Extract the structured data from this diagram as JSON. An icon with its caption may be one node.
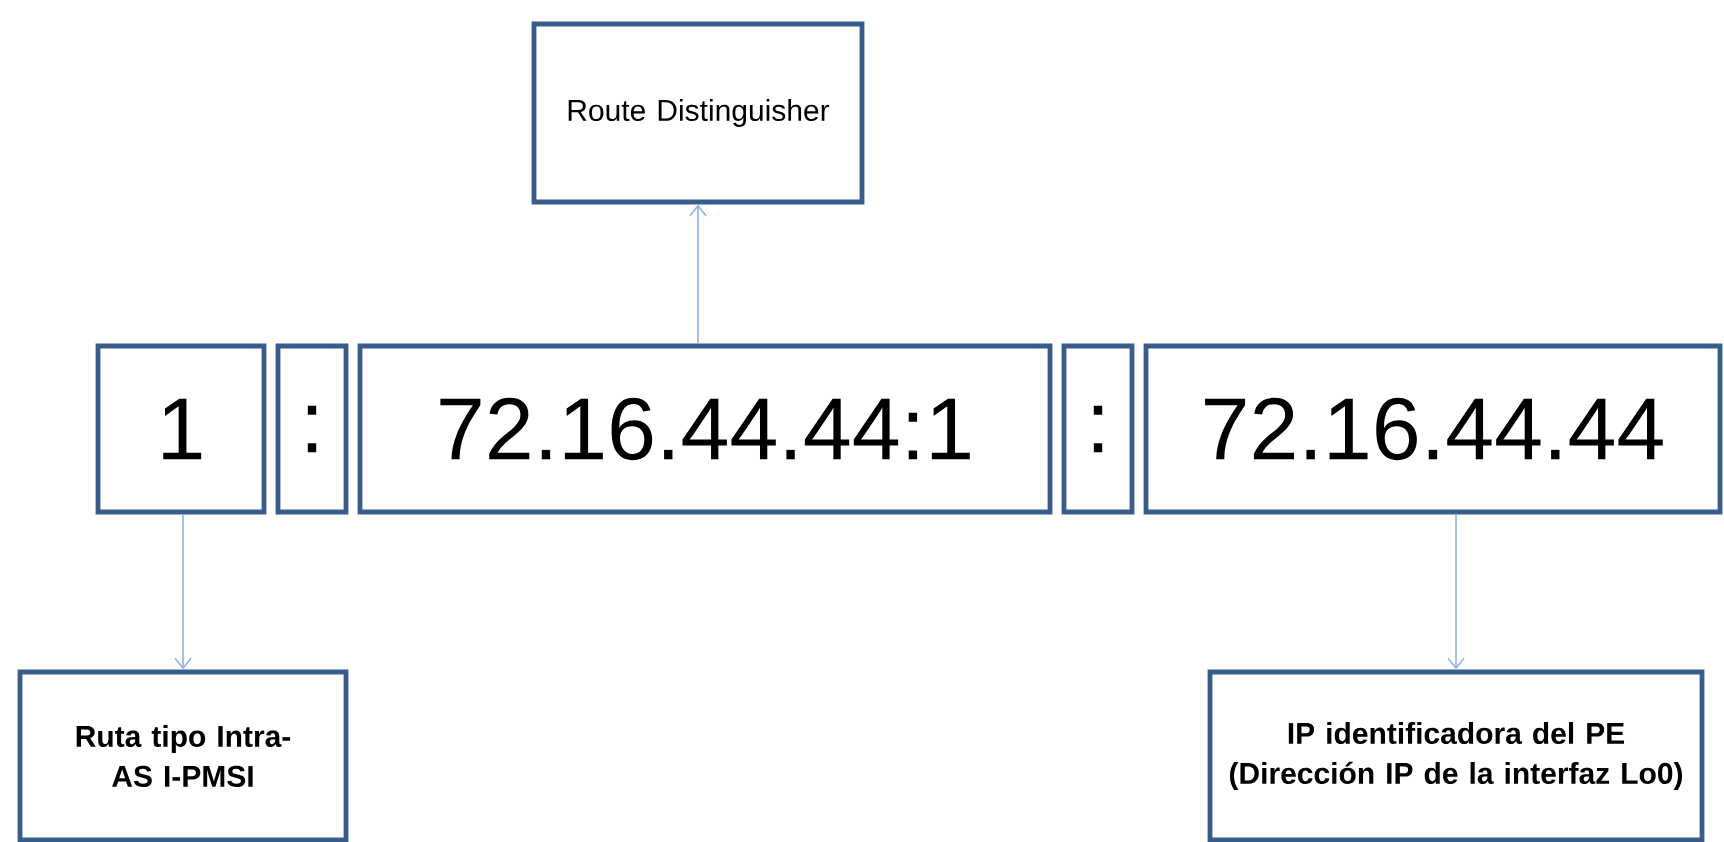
{
  "diagram": {
    "nodes": [
      {
        "text": [
          "Route Distinguisher"
        ]
      },
      {
        "text": [
          "1"
        ]
      },
      {
        "text": [
          ":"
        ]
      },
      {
        "text": [
          "72.16.44.44:1"
        ]
      },
      {
        "text": [
          ":"
        ]
      },
      {
        "text": [
          "72.16.44.44"
        ]
      },
      {
        "text": [
          "Ruta tipo Intra-AS I-PMSI"
        ]
      },
      {
        "text": [
          "IP identificadora del PE (Dirección IP de la interfaz Lo0)"
        ]
      }
    ],
    "edges": [
      {
        "from": 3,
        "to": 0,
        "arrow": "to"
      },
      {
        "from": 1,
        "to": 6,
        "arrow": "to"
      },
      {
        "from": 5,
        "to": 7,
        "arrow": "to"
      }
    ]
  }
}
